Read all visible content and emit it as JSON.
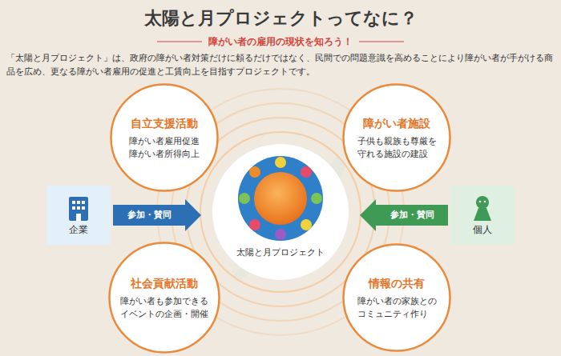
{
  "diagram": {
    "title": "太陽と月プロジェクトってなに？",
    "nodes": [
      {
        "text": [
          "自立支援活動",
          "障がい者雇用促進 障がい者所得向上"
        ]
      },
      {
        "text": [
          "障がい者施設",
          "子供も親族も尊厳を 守れる施設の建設"
        ]
      },
      {
        "text": [
          "企業"
        ]
      },
      {
        "text": [
          "太陽と月プロジェクト"
        ]
      },
      {
        "text": [
          "個人"
        ]
      },
      {
        "text": [
          "社会貢献活動",
          "障がい者も参加できる イベントの企画・開催"
        ]
      },
      {
        "text": [
          "情報の共有",
          "障がい者の家族との コミュニティ作り"
        ]
      }
    ],
    "edges": [
      {
        "from": 2,
        "to": 3,
        "label": "参加・賛同",
        "arrow": "to"
      },
      {
        "from": 4,
        "to": 3,
        "label": "参加・賛同",
        "arrow": "to"
      }
    ],
    "labels": [
      "障がい者の雇用の現状を知ろう！",
      "「太陽と月プロジェクト」は、政府の障がい者対策だけに頼るだけではなく、民間での問題意識を高めることにより障がい者が手がける商品を広め、更なる障がい者雇用の促進と工賃向上を目指すプロジェクトです。"
    ]
  }
}
